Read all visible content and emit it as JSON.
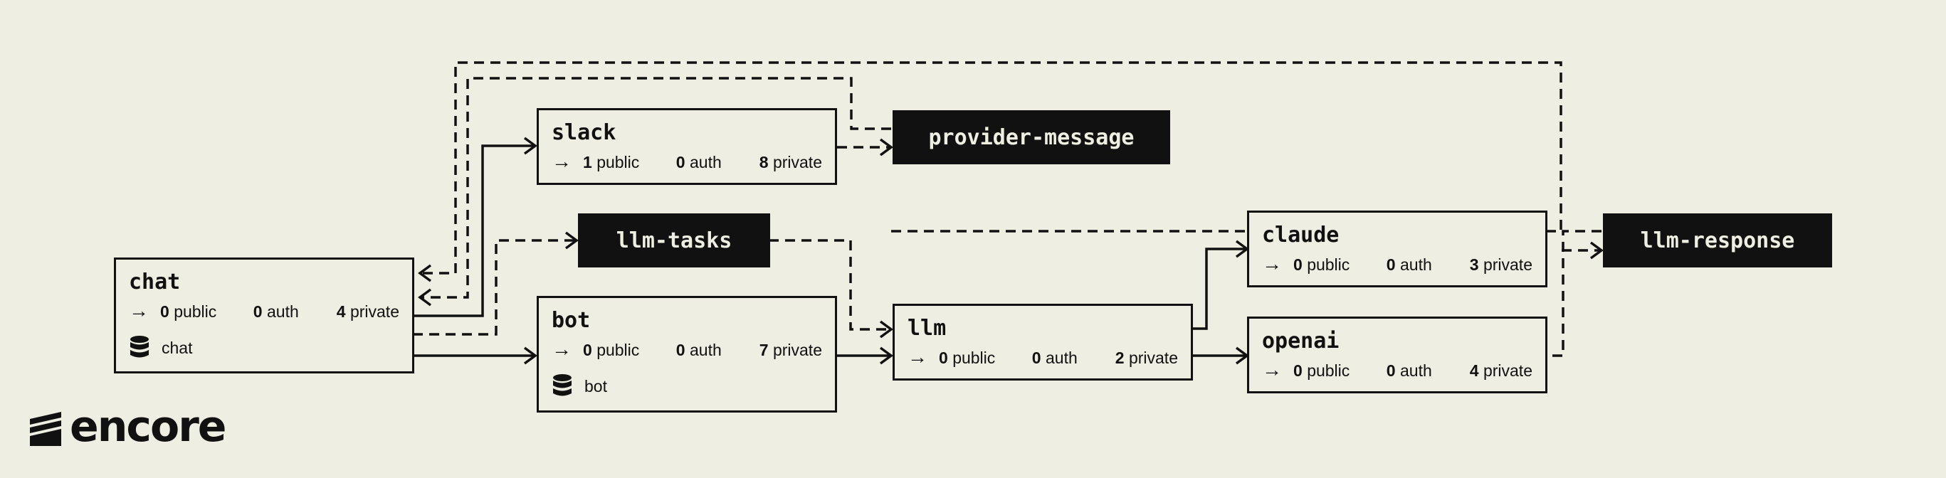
{
  "services": {
    "chat": {
      "name": "chat",
      "public": "0",
      "auth": "0",
      "private": "4",
      "database": "chat"
    },
    "slack": {
      "name": "slack",
      "public": "1",
      "auth": "0",
      "private": "8"
    },
    "bot": {
      "name": "bot",
      "public": "0",
      "auth": "0",
      "private": "7",
      "database": "bot"
    },
    "llm": {
      "name": "llm",
      "public": "0",
      "auth": "0",
      "private": "2"
    },
    "claude": {
      "name": "claude",
      "public": "0",
      "auth": "0",
      "private": "3"
    },
    "openai": {
      "name": "openai",
      "public": "0",
      "auth": "0",
      "private": "4"
    }
  },
  "labels": {
    "public": "public",
    "auth": "auth",
    "private": "private"
  },
  "topics": {
    "provider_message": "provider-message",
    "llm_tasks": "llm-tasks",
    "llm_response": "llm-response"
  },
  "logo": {
    "text": "encore"
  },
  "icons": {
    "endpoint": "arrow-right-icon",
    "database": "database-icon",
    "logo": "encore-logo-icon"
  },
  "colors": {
    "background": "#eeeee2",
    "ink": "#111111"
  }
}
